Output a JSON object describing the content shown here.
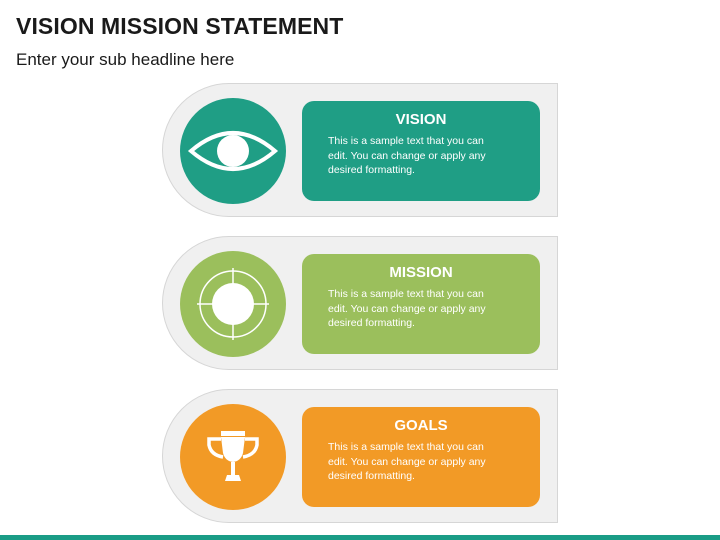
{
  "slide": {
    "title": "VISION MISSION STATEMENT",
    "subtitle": "Enter your sub headline here"
  },
  "colors": {
    "vision": "#1f9e85",
    "mission": "#9bbf5c",
    "goals": "#f29a26",
    "panel": "#f0f0f0",
    "bottom_bar": "#1a9c86"
  },
  "items": [
    {
      "icon": "eye-icon",
      "heading": "VISION",
      "text": "This is a sample text that you can edit. You can change or apply any desired formatting."
    },
    {
      "icon": "target-icon",
      "heading": "MISSION",
      "text": "This is a sample text that you can edit. You can change or apply any desired formatting."
    },
    {
      "icon": "trophy-icon",
      "heading": "GOALS",
      "text": "This is a sample text that you can edit. You can change or apply any desired formatting."
    }
  ]
}
